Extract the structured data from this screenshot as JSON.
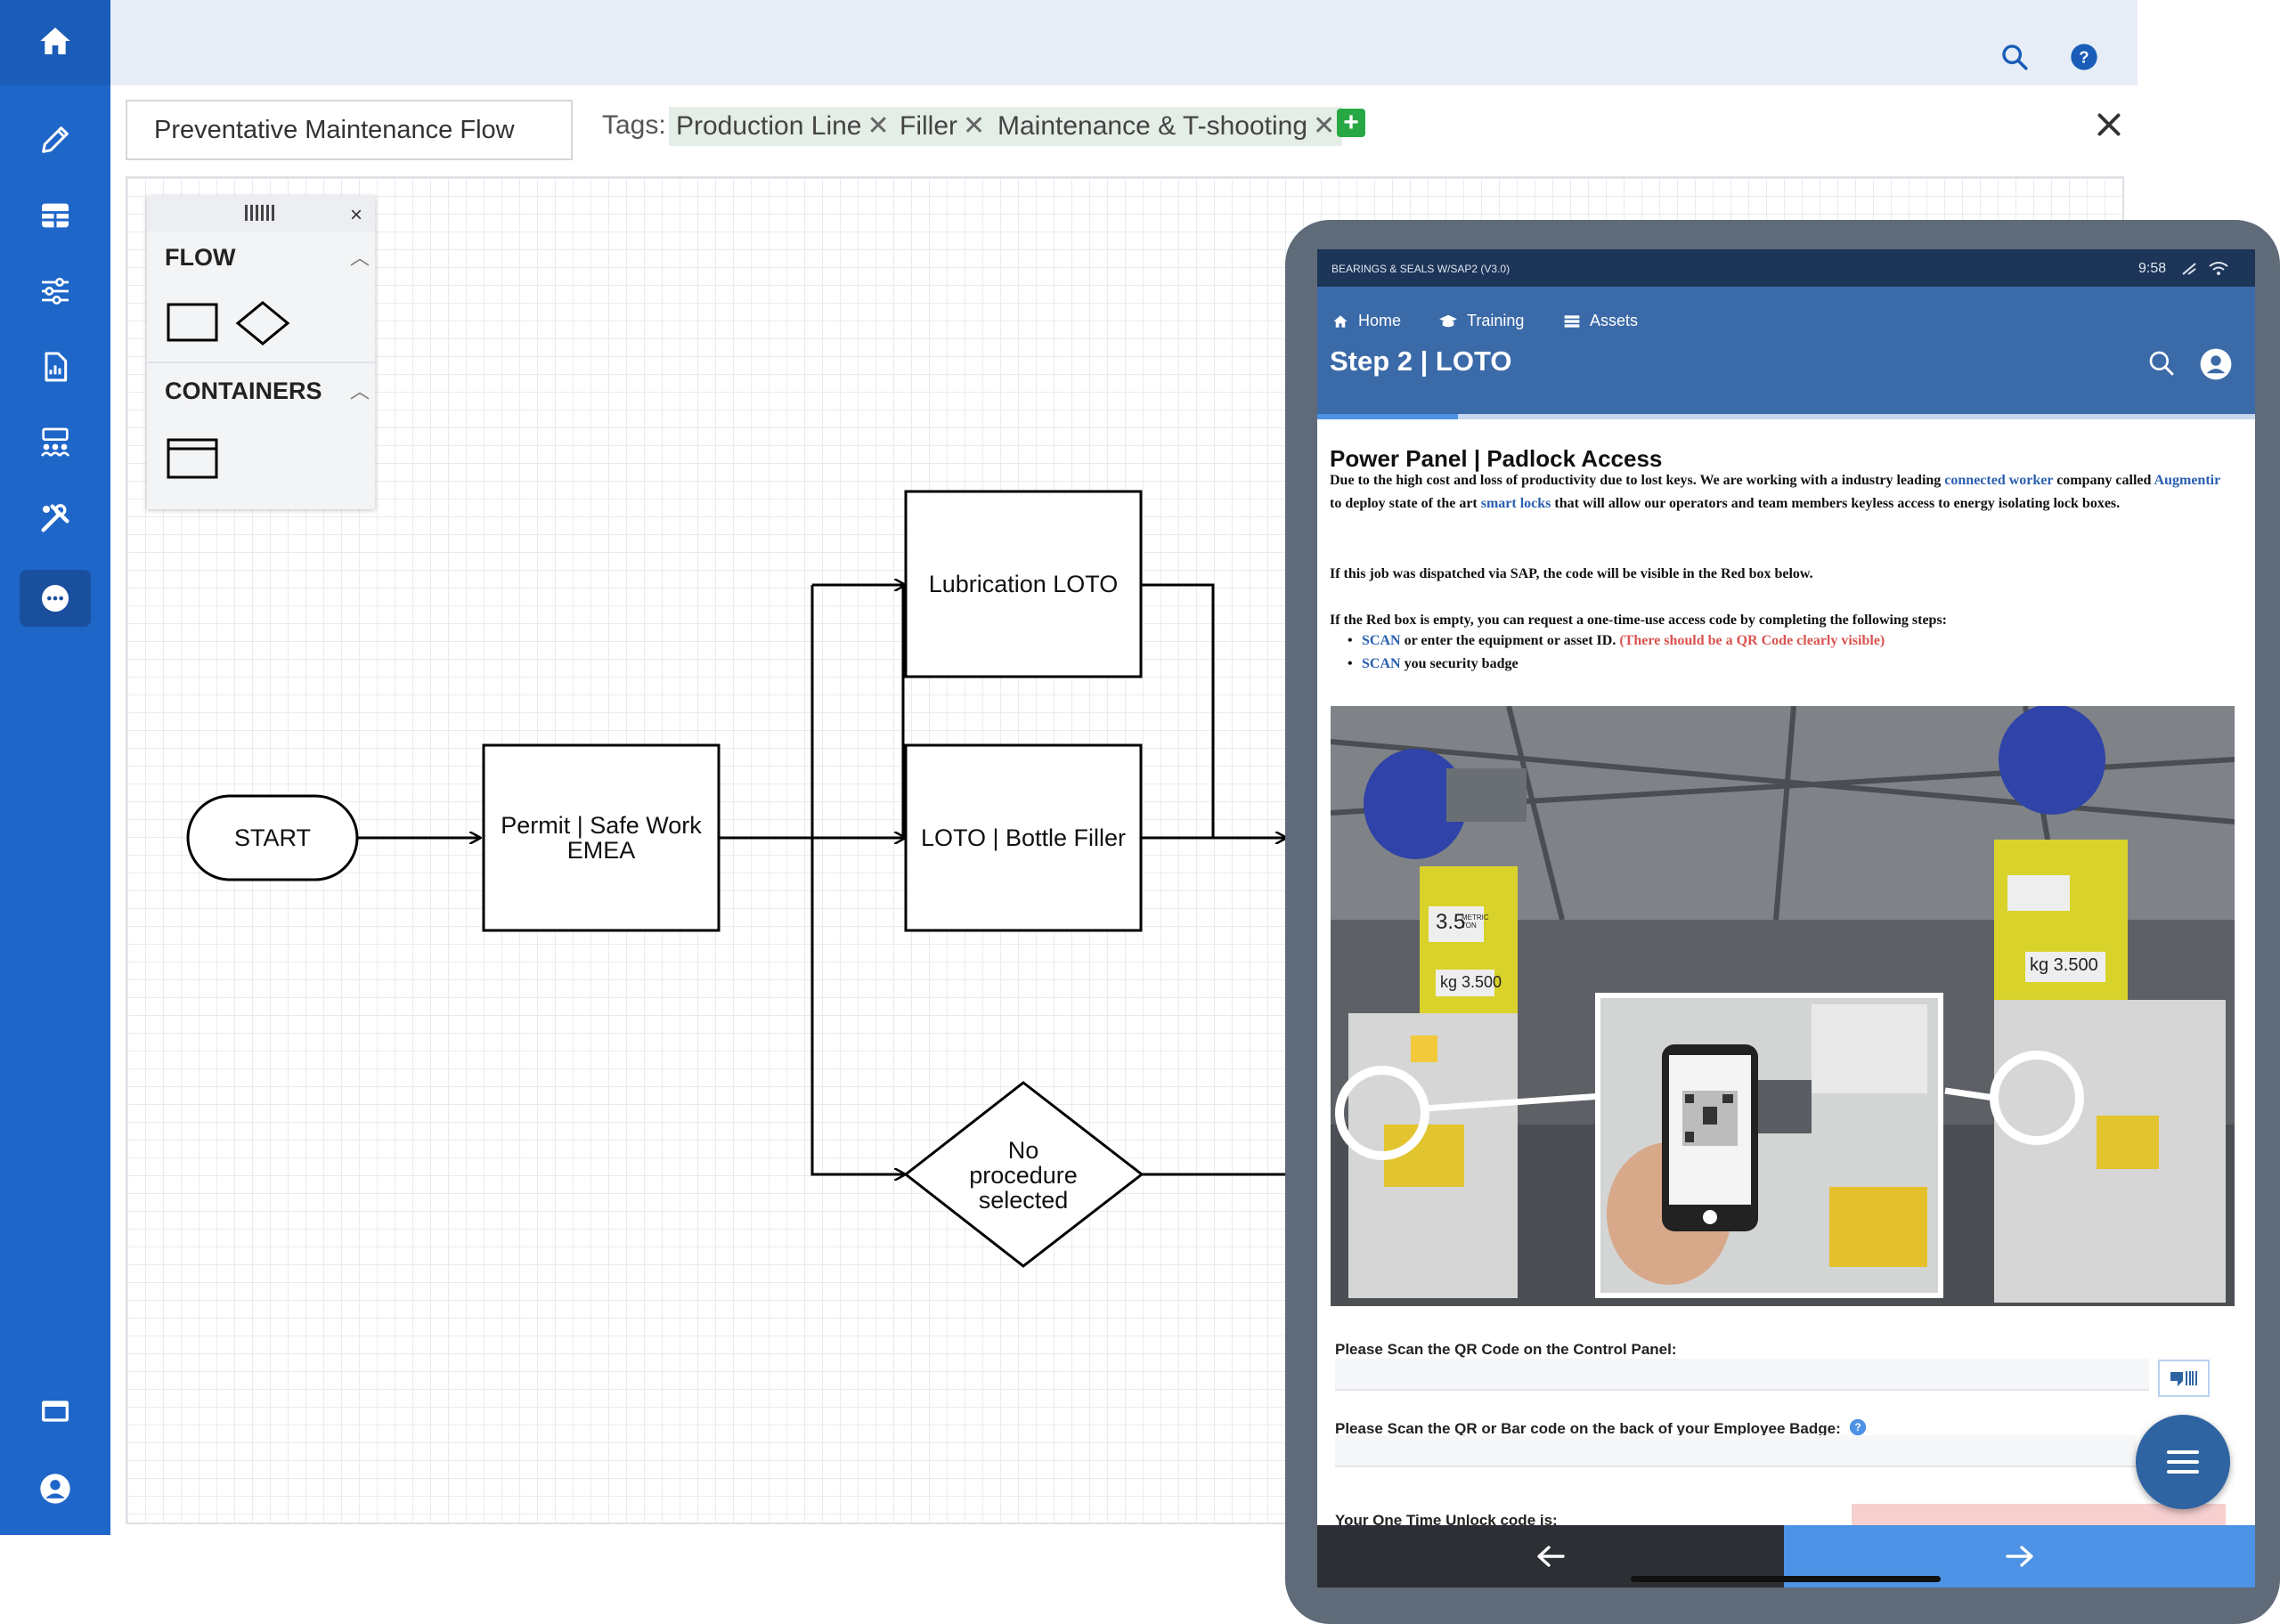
{
  "editor": {
    "title_value": "Preventative Maintenance Flow",
    "tags_label": "Tags:",
    "tags": [
      "Production Line",
      "Filler",
      "Maintenance & T-shooting"
    ],
    "add_tag_label": "+"
  },
  "palette": {
    "sections": [
      "FLOW",
      "CONTAINERS"
    ],
    "close_label": "×"
  },
  "flow": {
    "nodes": {
      "start": "START",
      "permit": [
        "Permit | Safe Work",
        "EMEA"
      ],
      "lubrication": "Lubrication LOTO",
      "bottle": "LOTO | Bottle Filler",
      "no_proc": [
        "No",
        "procedure",
        "selected"
      ]
    }
  },
  "tablet": {
    "status": {
      "app": "BEARINGS & SEALS W/SAP2 (V3.0)",
      "time": "9:58"
    },
    "nav": [
      "Home",
      "Training",
      "Assets"
    ],
    "step_title": "Step 2 | LOTO",
    "progress_fraction": 0.15,
    "content_title": "Power Panel | Padlock Access",
    "p1": {
      "a": "Due to the high cost and loss of productivity due to lost keys. We are working with a industry leading ",
      "link1": "connected worker",
      "b": " company called ",
      "link2": "Augmentir",
      "c": " to deploy state of the art ",
      "link3": "smart locks",
      "d": " that will allow our operators and team members keyless access to energy isolating lock boxes."
    },
    "p2": "If this job was dispatched via SAP, the code will be visible in the Red box below.",
    "p3": "If the Red box is empty, you can request a one-time-use access code by completing the following steps:",
    "bullet1": {
      "link": "SCAN",
      "text": " or enter the equipment or asset ID. ",
      "note": "(There should be a QR Code clearly visible)"
    },
    "bullet2": {
      "link": "SCAN",
      "text": " you security badge"
    },
    "photo_labels": {
      "capacity": "3.5",
      "unit": "METRIC TON",
      "kg_left": "kg 3.500",
      "kg_right": "kg 3.500"
    },
    "field1_label": "Please Scan the QR Code on the Control Panel:",
    "field2_label": "Please Scan the QR or Bar code on the back of your Employee Badge:",
    "field3_label": "Your One Time Unlock code is:"
  },
  "colors": {
    "sidebar": "#1f66c9",
    "tag_bg": "#e4ede6",
    "add_green": "#27a844",
    "app_blue": "#3b6aa8",
    "status_navy": "#1d3558",
    "fab": "#2f64a3",
    "next_blue": "#4d92e4"
  }
}
